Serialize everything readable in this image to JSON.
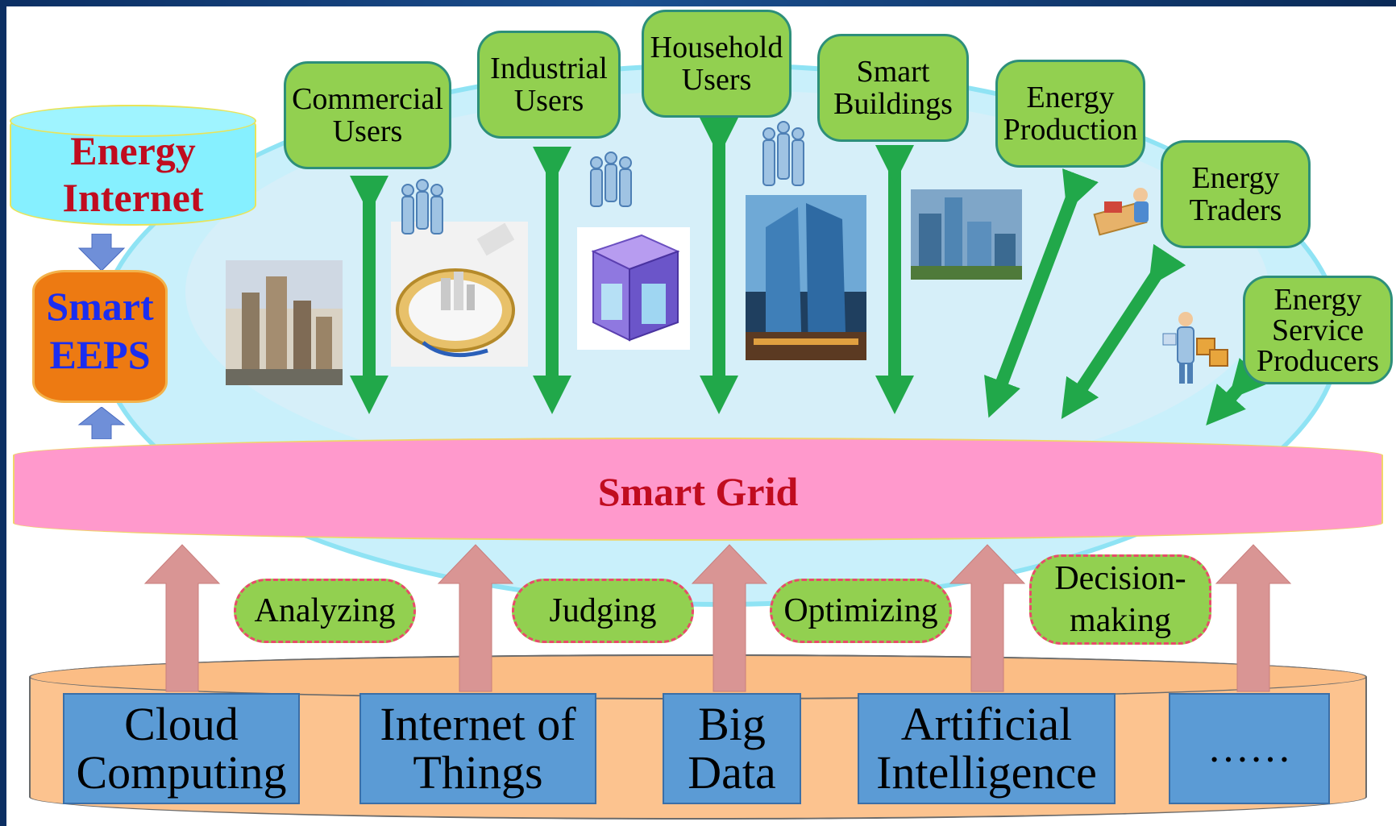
{
  "top_label": {
    "line1": "Energy",
    "line2": "Internet"
  },
  "platform": {
    "line1": "Smart",
    "line2": "EEPS"
  },
  "grid": {
    "label": "Smart Grid"
  },
  "participants": [
    {
      "label": "Commercial\nUsers"
    },
    {
      "label": "Industrial\nUsers"
    },
    {
      "label": "Household\nUsers"
    },
    {
      "label": "Smart\nBuildings"
    },
    {
      "label": "Energy\nProduction"
    },
    {
      "label": "Energy\nTraders"
    },
    {
      "label": "Energy\nService\nProducers"
    }
  ],
  "processes": [
    {
      "label": "Analyzing"
    },
    {
      "label": "Judging"
    },
    {
      "label": "Optimizing"
    },
    {
      "label": "Decision-\nmaking"
    }
  ],
  "technologies": [
    {
      "label": "Cloud\nComputing"
    },
    {
      "label": "Internet of\nThings"
    },
    {
      "label": "Big\nData"
    },
    {
      "label": "Artificial\nIntelligence"
    },
    {
      "label": "……"
    }
  ],
  "colors": {
    "participant_fill": "#92d050",
    "grid_fill": "#ff99cc",
    "technology_fill": "#5b9bd5",
    "energy_internet_fill": "#86f0ff",
    "platform_fill": "#ed7a12",
    "title_text": "#c00c1f",
    "arrow_green": "#21a84a",
    "arrow_pink": "#d99594"
  }
}
